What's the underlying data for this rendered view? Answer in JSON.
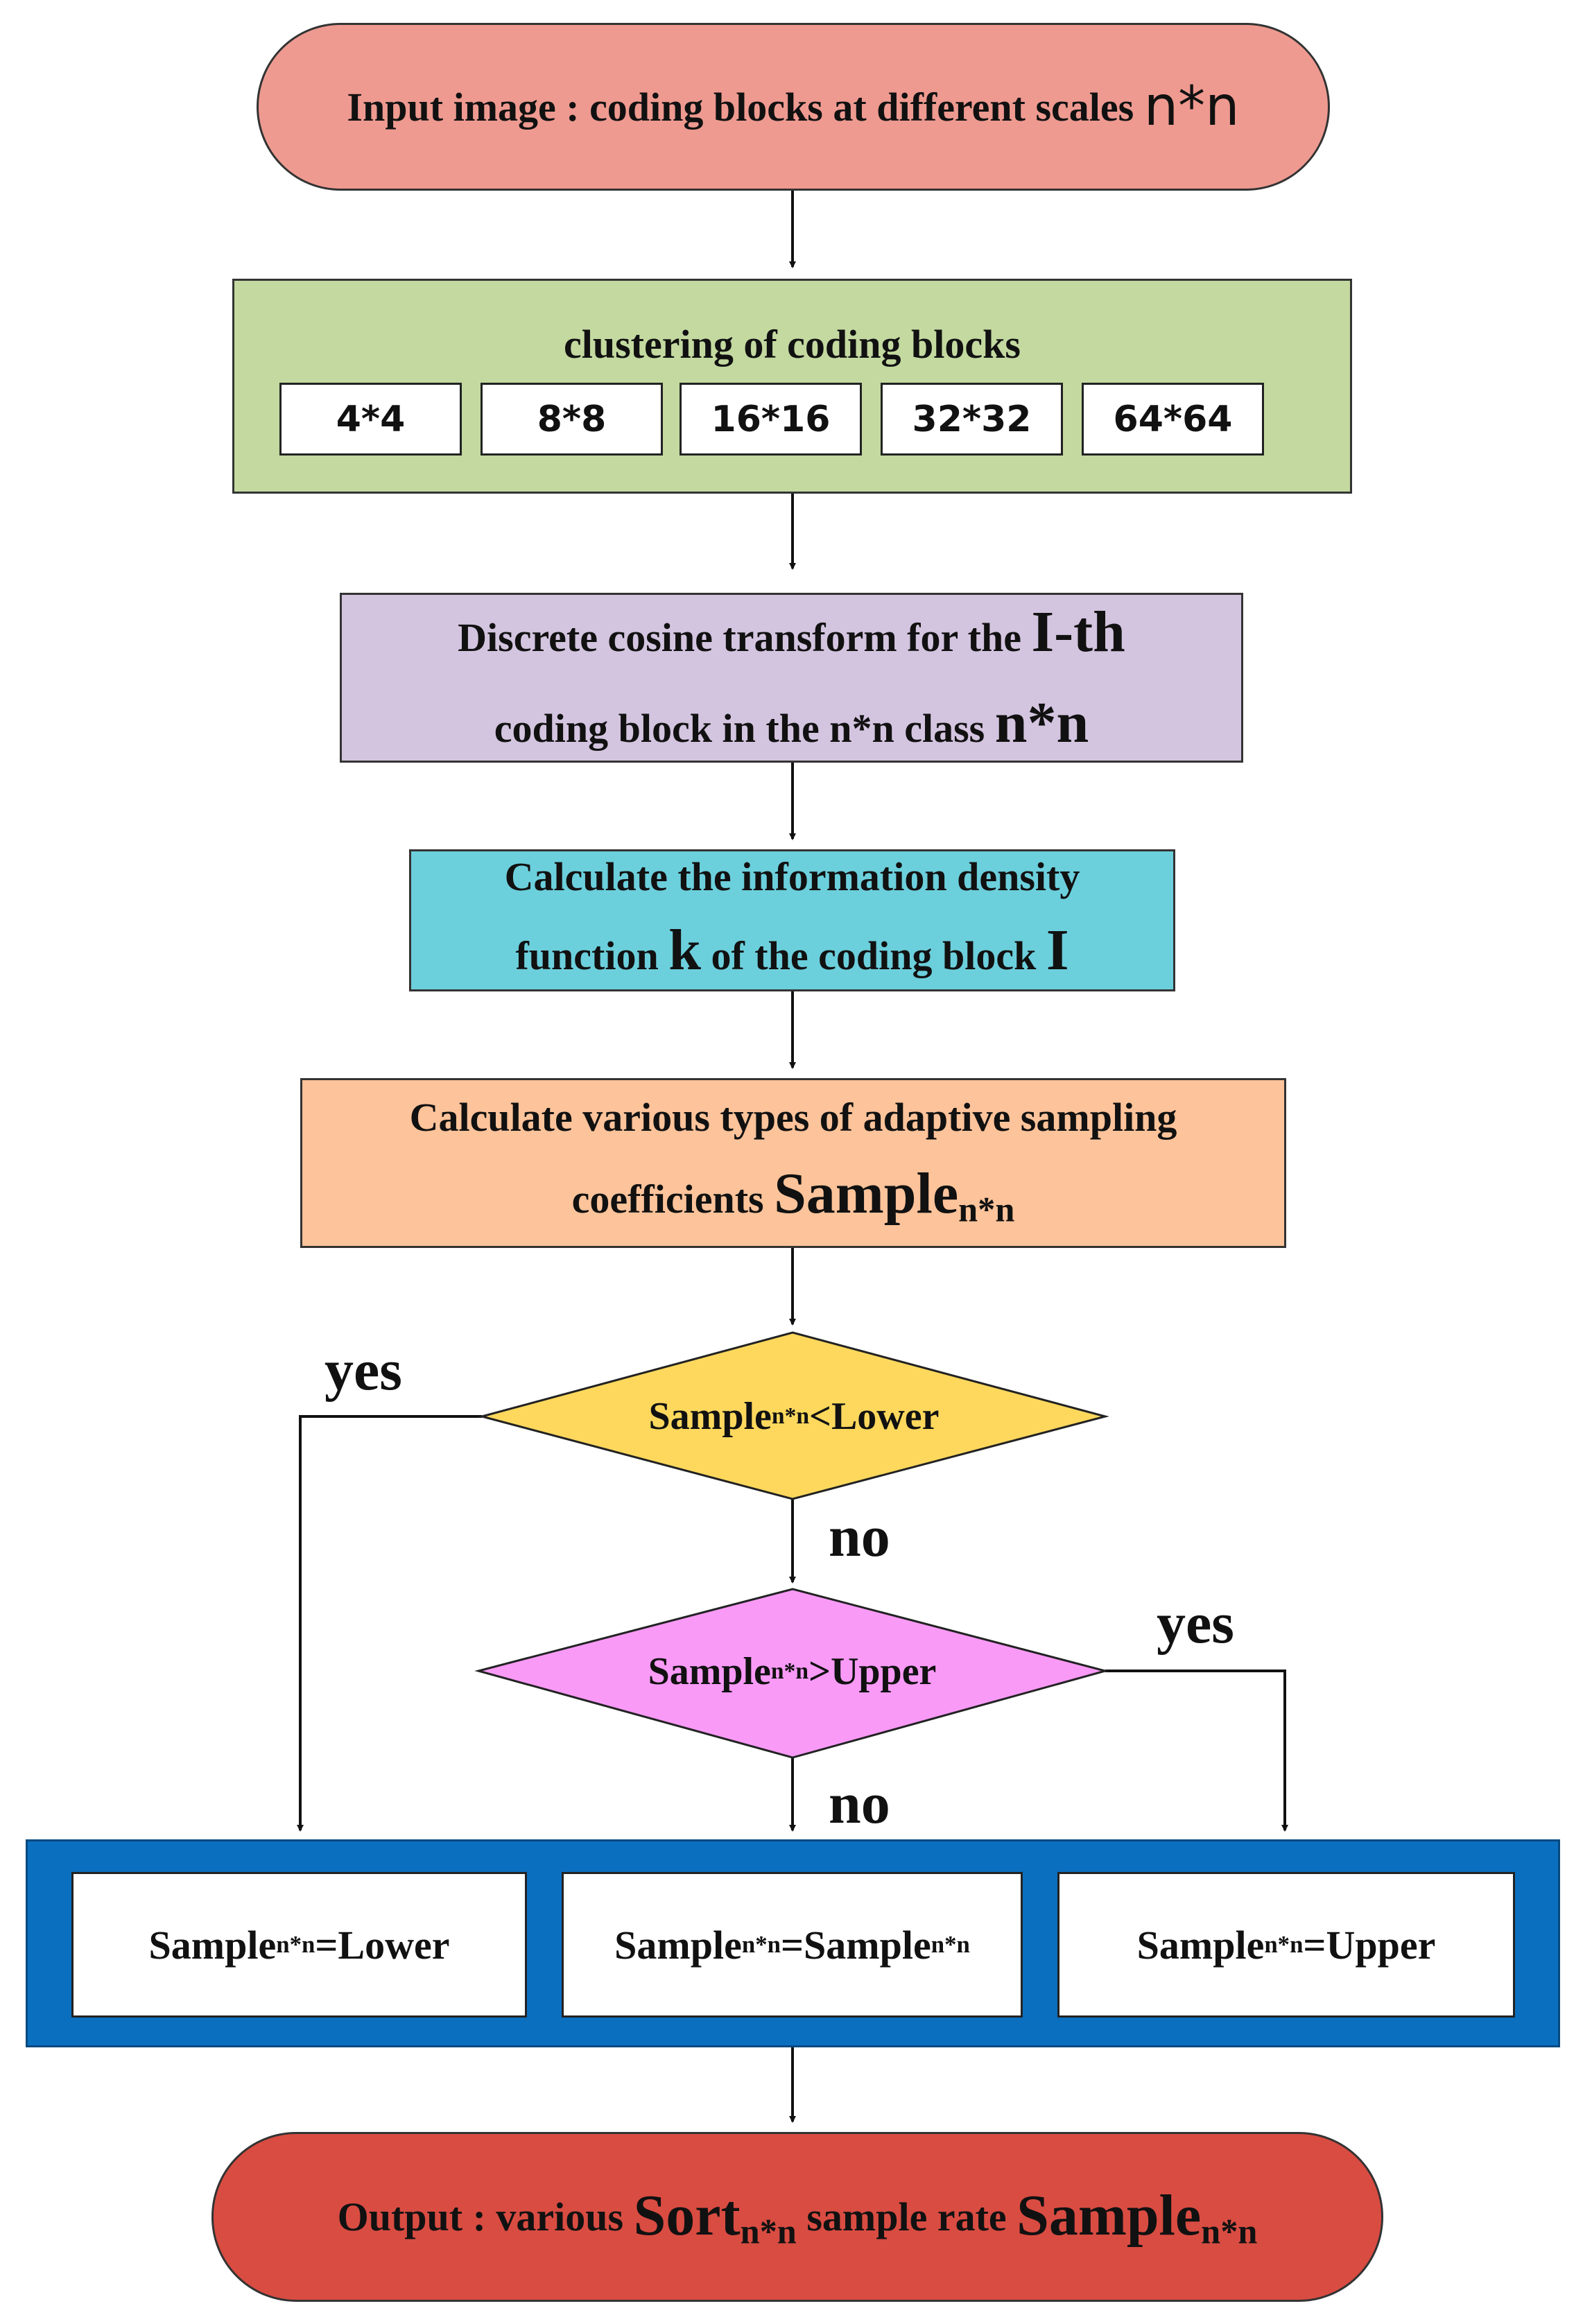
{
  "input": {
    "text": "Input image : coding blocks at different scales",
    "formula": "n*n"
  },
  "clustering": {
    "title": "clustering of coding blocks",
    "sizes": [
      "4*4",
      "8*8",
      "16*16",
      "32*32",
      "64*64"
    ]
  },
  "dct": {
    "line1": "Discrete cosine transform for the",
    "line1_var": "I-th",
    "line2": "coding block in the n*n class",
    "line2_var": "n*n"
  },
  "density": {
    "line1": "Calculate the information density",
    "line2_a": "function",
    "var_k": "k",
    "line2_b": "of the coding block",
    "var_i": "I"
  },
  "coeff": {
    "line1": "Calculate various types of adaptive sampling",
    "line2": "coefficients",
    "var": "Sample",
    "sub": "n*n"
  },
  "decision_lower": {
    "var": "Sample",
    "sub": "n*n",
    "op": "<Lower"
  },
  "decision_upper": {
    "var": "Sample",
    "sub": "n*n",
    "op": ">Upper"
  },
  "labels": {
    "yes_left": "yes",
    "no_1": "no",
    "yes_right": "yes",
    "no_2": "no"
  },
  "outcomes": {
    "lower": {
      "var": "Sample",
      "sub": "n*n",
      "rhs": "=Lower"
    },
    "keep": {
      "var": "Sample",
      "sub": "n*n",
      "rhs": "=Sample",
      "rhs_sub": "n*n"
    },
    "upper": {
      "var": "Sample",
      "sub": "n*n",
      "rhs": "=Upper"
    }
  },
  "output": {
    "prefix": "Output : various",
    "sort": "Sort",
    "sort_sub": "n*n",
    "middle": "sample rate",
    "sample": "Sample",
    "sample_sub": "n*n"
  },
  "colors": {
    "input": "#ee9a90",
    "clustering": "#c3d9a0",
    "dct": "#d3c4df",
    "density": "#6ccfdc",
    "coeff": "#fdc39a",
    "decision_lower": "#fdd85d",
    "decision_upper": "#f99af7",
    "outcome_panel": "#0b6fc0",
    "output": "#d94c42"
  }
}
